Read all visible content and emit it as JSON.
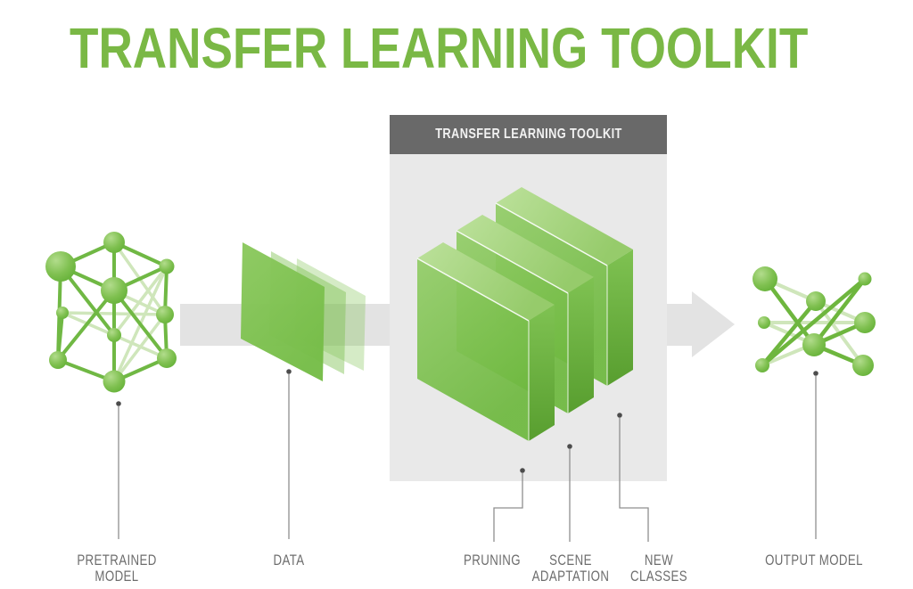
{
  "title": "TRANSFER LEARNING TOOLKIT",
  "toolkit_box": {
    "header": "TRANSFER LEARNING TOOLKIT"
  },
  "labels": {
    "pretrained_model": {
      "line1": "PRETRAINED",
      "line2": "MODEL"
    },
    "data": {
      "line1": "DATA"
    },
    "pruning": {
      "line1": "PRUNING"
    },
    "scene_adaptation": {
      "line1": "SCENE",
      "line2": "ADAPTATION"
    },
    "new_classes": {
      "line1": "NEW",
      "line2": "CLASSES"
    },
    "output_model": {
      "line1": "OUTPUT MODEL"
    }
  },
  "icons": {
    "pretrained_model": "neural-network-icon",
    "data": "stacked-sheets-icon",
    "toolkit_layers": "stacked-3d-slabs-icon",
    "output_model": "neural-network-icon",
    "flow": "right-arrow-icon"
  },
  "colors": {
    "accent_green": "#7ab845",
    "node_green": "#7fc050",
    "edge_green": "#70b844",
    "edge_light_green": "#cfe6bb",
    "box_gray": "#e9e9e9",
    "box_header_gray": "#696969",
    "box_header_text": "#f2f2f2",
    "arrow_gray": "#e3e3e3",
    "label_gray": "#6d6d6d",
    "leader_line_gray": "#8f8f8f"
  }
}
